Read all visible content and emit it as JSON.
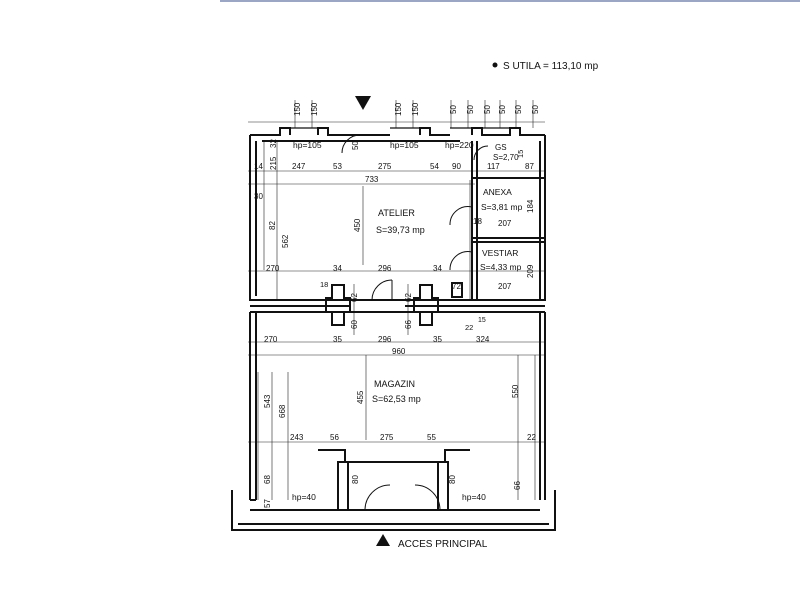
{
  "header": {
    "total_area": "S UTILA = 113,10 mp"
  },
  "footer": {
    "entrance": "ACCES PRINCIPAL"
  },
  "rooms": {
    "atelier": {
      "name": "ATELIER",
      "area": "S=39,73 mp"
    },
    "anexa": {
      "name": "ANEXA",
      "area": "S=3,81 mp"
    },
    "vestiar": {
      "name": "VESTIAR",
      "area": "S=4,33 mp"
    },
    "gs": {
      "name": "GS",
      "area": "S=2,70"
    },
    "magazin": {
      "name": "MAGAZIN",
      "area": "S=62,53 mp"
    }
  },
  "openings": {
    "hp1": "hp=105",
    "hp2": "hp=105",
    "hp3": "hp=220",
    "hp4": "hp=40",
    "hp5": "hp=40"
  },
  "dims": {
    "top_150a": "150",
    "top_150b": "150",
    "top_150c": "150",
    "top_150d": "150",
    "top_50a": "50",
    "top_50b": "50",
    "top_50c": "50",
    "top_50d": "50",
    "top_50e": "50",
    "top_50f": "50",
    "d14": "14",
    "d215": "215",
    "d32": "32",
    "d247": "247",
    "d53": "53",
    "d275a": "275",
    "d54": "54",
    "d90": "90",
    "d117": "117",
    "d87": "87",
    "d15": "15",
    "d50v": "50",
    "d733": "733",
    "d30": "30",
    "d82": "82",
    "d562": "562",
    "d450": "450",
    "d18a": "18",
    "d207a": "207",
    "d184": "184",
    "d209": "209",
    "d207b": "207",
    "d270a": "270",
    "d34a": "34",
    "d296a": "296",
    "d34b": "34",
    "d18b": "18",
    "d62a": "62",
    "d62b": "62",
    "d72": "72",
    "d60": "60",
    "d66a": "66",
    "d22a": "22",
    "d15b": "15",
    "d270b": "270",
    "d35a": "35",
    "d296b": "296",
    "d35b": "35",
    "d324": "324",
    "d960": "960",
    "d543": "543",
    "d668": "668",
    "d455": "455",
    "d550": "550",
    "d243": "243",
    "d56": "56",
    "d275b": "275",
    "d55": "55",
    "d22b": "22",
    "d57": "57",
    "d68": "68",
    "d80a": "80",
    "d80b": "80",
    "d66b": "66"
  }
}
